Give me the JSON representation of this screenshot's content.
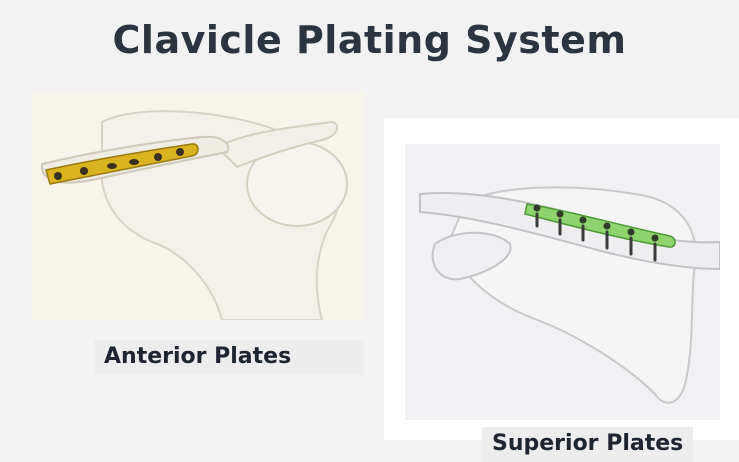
{
  "title": "Clavicle Plating System",
  "panels": {
    "anterior": {
      "label": "Anterior Plates",
      "plate_color": "#d9b320"
    },
    "superior": {
      "label": "Superior Plates",
      "plate_color": "#8fd36f"
    }
  }
}
